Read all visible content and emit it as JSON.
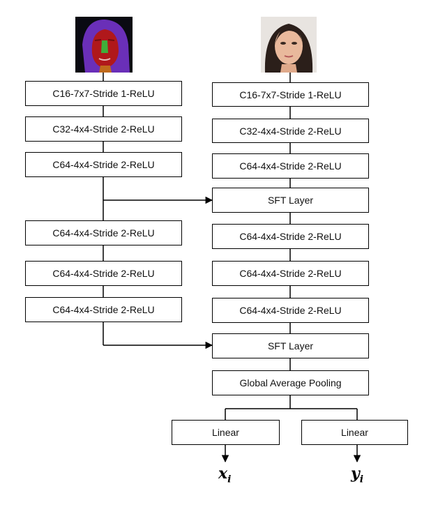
{
  "left_branch": {
    "input_image": "semantic-parsing-map",
    "layers": [
      "C16-7x7-Stride 1-ReLU",
      "C32-4x4-Stride 2-ReLU",
      "C64-4x4-Stride 2-ReLU",
      "C64-4x4-Stride 2-ReLU",
      "C64-4x4-Stride 2-ReLU",
      "C64-4x4-Stride 2-ReLU"
    ]
  },
  "right_branch": {
    "input_image": "face-photo",
    "layers": [
      "C16-7x7-Stride 1-ReLU",
      "C32-4x4-Stride 2-ReLU",
      "C64-4x4-Stride 2-ReLU",
      "SFT Layer",
      "C64-4x4-Stride 2-ReLU",
      "C64-4x4-Stride 2-ReLU",
      "C64-4x4-Stride 2-ReLU",
      "SFT Layer",
      "Global Average Pooling"
    ]
  },
  "heads": {
    "left_label": "Linear",
    "right_label": "Linear",
    "left_output": {
      "symbol": "x",
      "subscript": "i"
    },
    "right_output": {
      "symbol": "y",
      "subscript": "i"
    }
  },
  "colors": {
    "stroke": "#000000",
    "parsing_background": "#6a2fb8",
    "parsing_face": "#b0181b",
    "parsing_nose": "#3fae3a",
    "parsing_neck": "#c06a1c"
  }
}
